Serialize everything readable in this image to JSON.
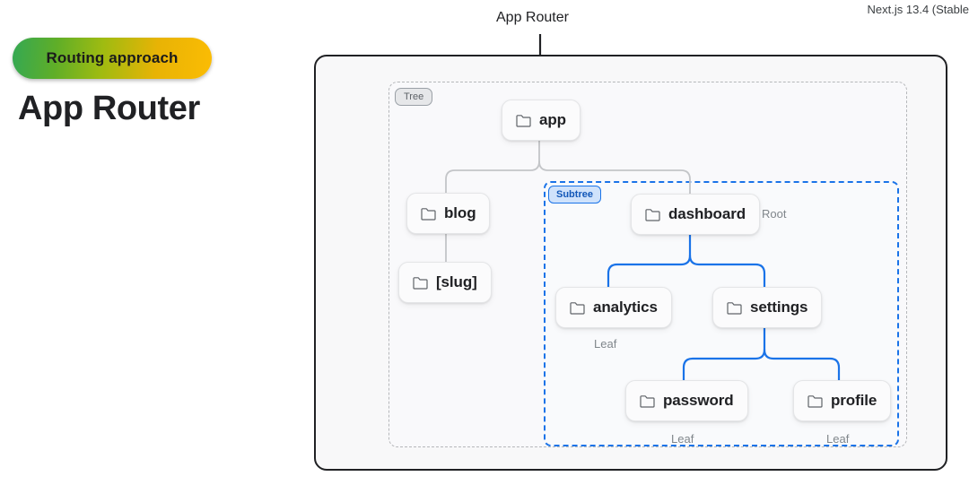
{
  "left_panel": {
    "badge_label": "Routing approach",
    "title": "App Router"
  },
  "version_note": "Next.js 13.4 (Stable",
  "diagram": {
    "title": "App Router",
    "arrow_icon": "down-arrow-icon",
    "tree_badge": "Tree",
    "subtree_badge": "Subtree",
    "nodes": [
      {
        "id": "app",
        "label": "app",
        "icon": "folder-icon"
      },
      {
        "id": "blog",
        "label": "blog",
        "icon": "folder-icon"
      },
      {
        "id": "slug",
        "label": "[slug]",
        "icon": "folder-icon"
      },
      {
        "id": "dashboard",
        "label": "dashboard",
        "icon": "folder-icon"
      },
      {
        "id": "analytics",
        "label": "analytics",
        "icon": "folder-icon"
      },
      {
        "id": "settings",
        "label": "settings",
        "icon": "folder-icon"
      },
      {
        "id": "password",
        "label": "password",
        "icon": "folder-icon"
      },
      {
        "id": "profile",
        "label": "profile",
        "icon": "folder-icon"
      }
    ],
    "annotations": {
      "root": "Root",
      "leaf_analytics": "Leaf",
      "leaf_password": "Leaf",
      "leaf_profile": "Leaf"
    }
  },
  "colors": {
    "badge_gradient_start": "#34a853",
    "badge_gradient_end": "#fbbc04",
    "subtree_accent": "#1a73e8",
    "tree_accent": "#9aa0a6",
    "card_border": "#202124",
    "canvas_background": "#f8f8f9",
    "annotation_text": "#80868b"
  }
}
